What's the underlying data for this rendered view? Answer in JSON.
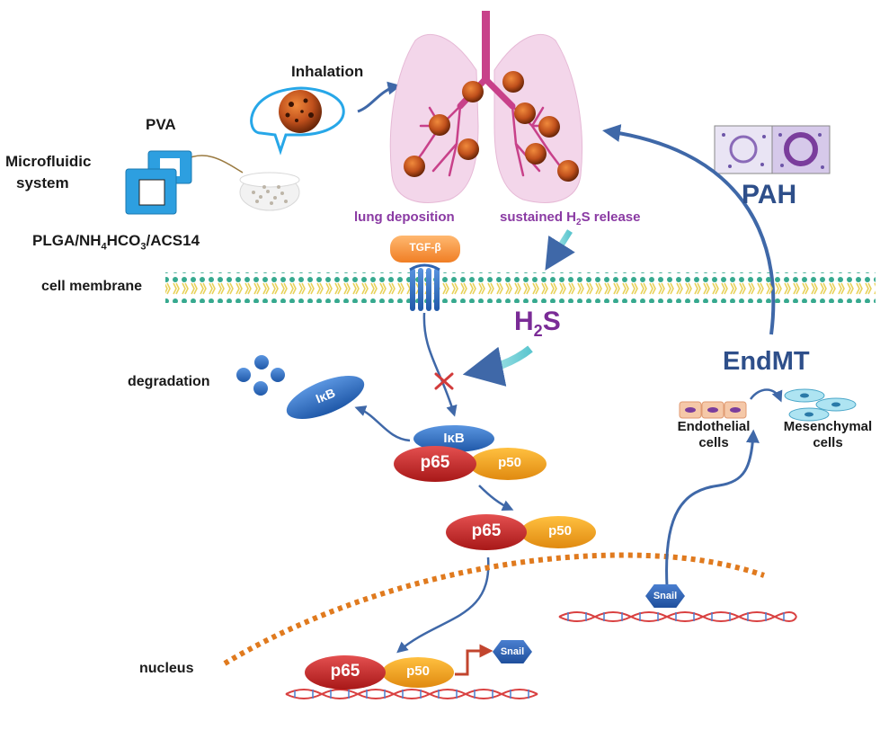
{
  "labels": {
    "inhalation": "Inhalation",
    "pva": "PVA",
    "microfluidic_line1": "Microfluidic",
    "microfluidic_line2": "system",
    "plga_prefix": "PLGA/NH",
    "plga_sub1": "4",
    "plga_mid": "HCO",
    "plga_sub2": "3",
    "plga_suffix": "/ACS14",
    "lung_deposition": "lung deposition",
    "sustained_prefix": "sustained H",
    "sustained_sub": "2",
    "sustained_suffix": "S release",
    "pah": "PAH",
    "cell_membrane": "cell membrane",
    "tgf_beta": "TGF-β",
    "h2s_main": "H",
    "h2s_sub": "2",
    "h2s_end": "S",
    "endmt": "EndMT",
    "degradation": "degradation",
    "endothelial_line1": "Endothelial",
    "endothelial_line2": "cells",
    "mesenchymal_line1": "Mesenchymal",
    "mesenchymal_line2": "cells",
    "nucleus": "nucleus",
    "ikb": "IκB",
    "p65": "p65",
    "p50": "p50",
    "snail": "Snail"
  },
  "colors": {
    "arrow_blue": "#3f68a8",
    "membrane_yellow": "#e8d25a",
    "membrane_teal": "#37a98f",
    "receptor_blue": "#3f78c8",
    "p65_red": "#c5282b",
    "p50_orange": "#f0a020",
    "ikb_blue": "#2f6cc0",
    "nucleus_orange": "#e07a1e",
    "lung_pink": "#f3d6ea",
    "particle_brown": "#b8471a",
    "h2s_purple": "#7a2b96",
    "pah_blue": "#2e4f8a"
  }
}
